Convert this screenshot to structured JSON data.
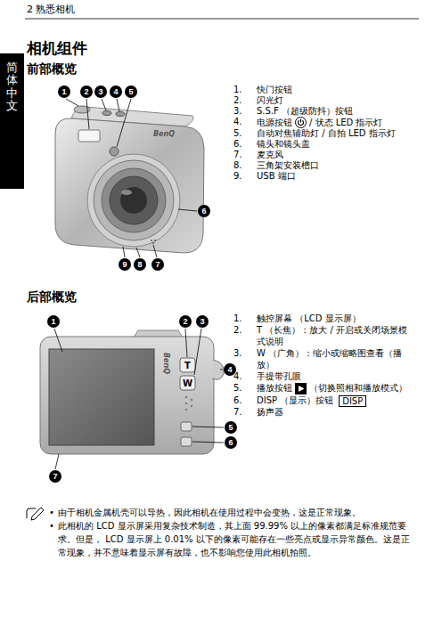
{
  "diagram": {
    "title": "相机组件",
    "nodes": [
      {
        "text": [
          "简体中文"
        ]
      },
      {
        "text": [
          "DISP"
        ]
      }
    ],
    "labels": [
      "2 熟悉相机",
      "前部概览",
      "1",
      "2",
      "3",
      "4",
      "5",
      "6",
      "9",
      "8",
      "7",
      "BenQ",
      "1.",
      "快门按钮",
      "2.",
      "闪光灯",
      "3.",
      "S.S.F （超级防抖）按钮",
      "4.",
      "电源按钮",
      "/ 状态 LED 指示灯",
      "5.",
      "自动对焦辅助灯 / 自拍 LED 指示灯",
      "6.",
      "镜头和镜头盖",
      "7.",
      "麦克风",
      "8.",
      "三角架安装槽口",
      "9.",
      "USB 端口",
      "后部概览",
      "1",
      "2",
      "3",
      "4",
      "5",
      "6",
      "7",
      "BenQ",
      "T",
      "W",
      "1.",
      "触控屏幕 （LCD 显示屏）",
      "2.",
      "T （长焦）：放大 / 开启或关闭场景模式说明",
      "3.",
      "W （广角）：缩小或缩略图查看（播放）",
      "4.",
      "手提带孔眼",
      "5.",
      "播放按钮",
      "（切换照相和播放模式）",
      "6.",
      "DISP （显示）按钮",
      "7.",
      "扬声器",
      "•",
      "由于相机金属机壳可以导热，因此相机在使用过程中会变热，这是正常现象。",
      "•",
      "此相机的 LCD 显示屏采用复杂技术制造，其上面 99.99% 以上的像素都满足标准规范要求。但是， LCD 显示屏上 0.01% 以下的像素可能存在一些亮点或显示异常颜色。这是正常现象，并不意味着显示屏有故障，也不影响您使用此相机拍照。"
    ]
  }
}
